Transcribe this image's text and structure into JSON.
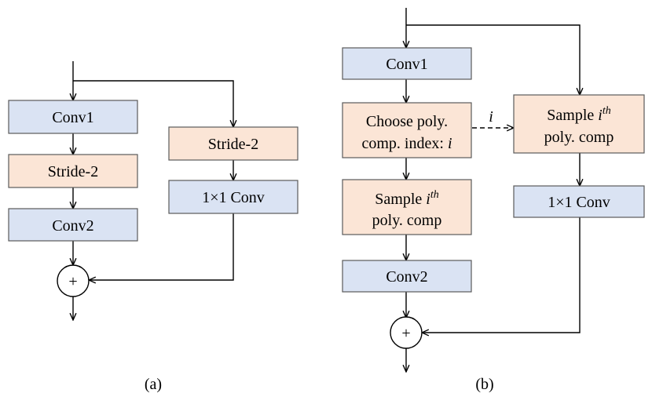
{
  "colors": {
    "blue": "#dae3f3",
    "orange": "#fbe5d6",
    "border": "#5a5a5a",
    "line": "#000000"
  },
  "panel_a": {
    "caption": "(a)",
    "conv1": "Conv1",
    "stride_left": "Stride-2",
    "conv2": "Conv2",
    "stride_right": "Stride-2",
    "conv1x1": "1×1 Conv",
    "add_symbol": "+"
  },
  "panel_b": {
    "caption": "(b)",
    "conv1": "Conv1",
    "choose_line1": "Choose poly.",
    "choose_line2": "comp. index: ",
    "choose_var": "i",
    "arrow_label": "i",
    "sample_left_line1": "Sample ",
    "sample_left_var": "i",
    "sample_left_sup": "th",
    "sample_left_line2": "poly. comp",
    "conv2": "Conv2",
    "sample_right_line1": "Sample ",
    "sample_right_var": "i",
    "sample_right_sup": "th",
    "sample_right_line2": "poly. comp",
    "conv1x1": "1×1 Conv",
    "add_symbol": "+"
  }
}
